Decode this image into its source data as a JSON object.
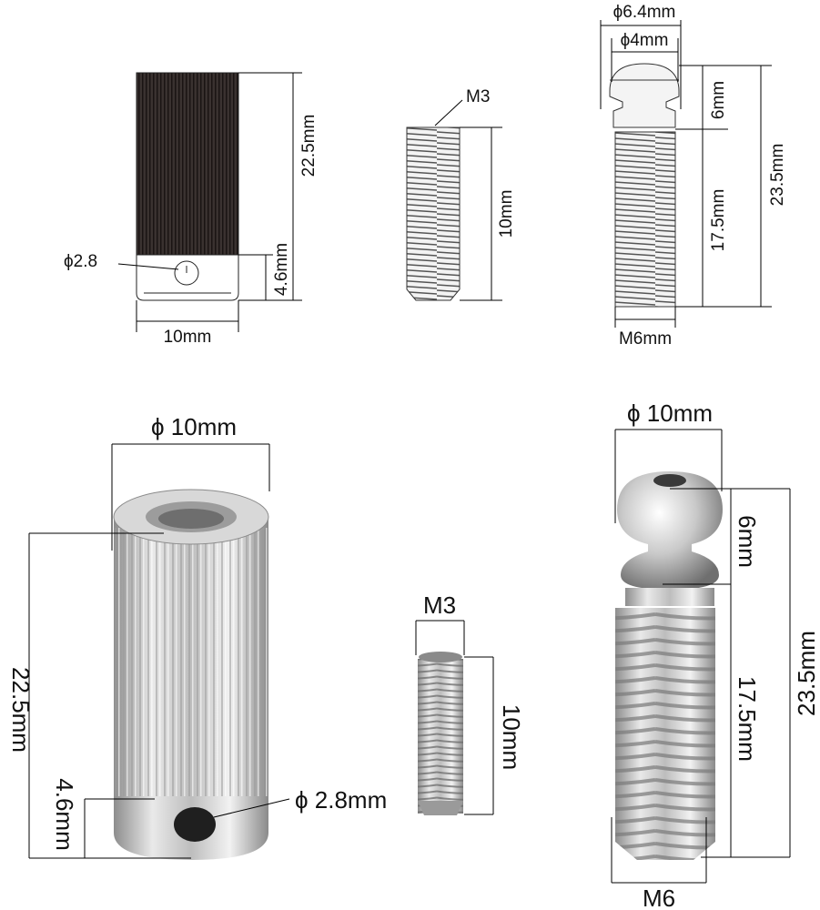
{
  "drawing": {
    "sleeve": {
      "height": "22.5mm",
      "hole_offset": "4.6mm",
      "hole_dia": "ϕ2.8",
      "width": "10mm"
    },
    "set_screw": {
      "thread": "M3",
      "length": "10mm"
    },
    "stud": {
      "head_outer": "ϕ6.4mm",
      "head_inner": "ϕ4mm",
      "head_height": "6mm",
      "thread_length": "17.5mm",
      "total_length": "23.5mm",
      "thread": "M6mm"
    }
  },
  "photo": {
    "sleeve": {
      "diameter": "ϕ 10mm",
      "height": "22.5mm",
      "hole_offset": "4.6mm",
      "hole_dia": "ϕ 2.8mm"
    },
    "set_screw": {
      "thread": "M3",
      "length": "10mm"
    },
    "stud": {
      "diameter": "ϕ 10mm",
      "head_height": "6mm",
      "thread_length": "17.5mm",
      "total_length": "23.5mm",
      "thread": "M6"
    }
  }
}
